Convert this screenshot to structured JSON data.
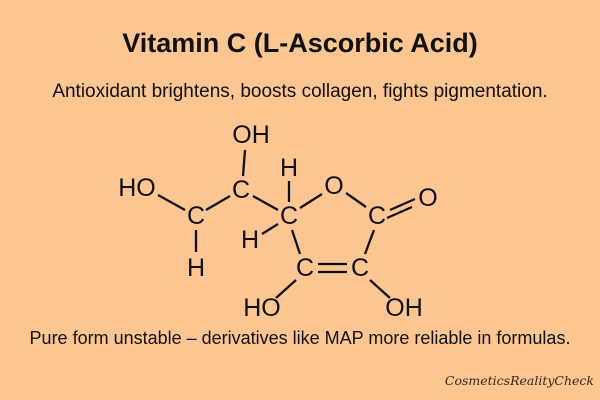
{
  "title": "Vitamin C (L-Ascorbic Acid)",
  "subtitle": "Antioxidant brightens, boosts collagen, fights pigmentation.",
  "note": "Pure form unstable – derivatives like MAP more reliable in formulas.",
  "watermark": "CosmeticsRealityCheck",
  "background_color": "#fcc692",
  "structure": {
    "oh_top": "OH",
    "ho_left": "HO",
    "c1": "C",
    "h_c1": "H",
    "c2": "C",
    "c3": "C",
    "h_top": "H",
    "h_left": "H",
    "o_ring": "O",
    "c_carbonyl": "C",
    "o_carbonyl": "O",
    "c4": "C",
    "c5": "C",
    "ho_bottom": "HO",
    "oh_bottom": "OH"
  }
}
